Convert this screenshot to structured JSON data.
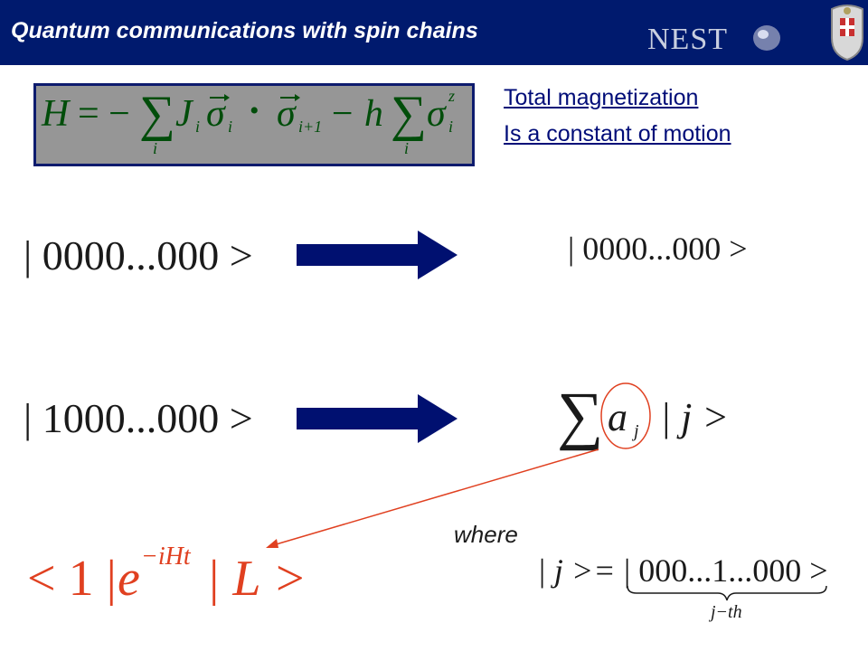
{
  "slide": {
    "title": "Quantum communications with spin chains",
    "logo_text": "NEST"
  },
  "hamiltonian": {
    "H": "H",
    "eq_minus": "= −",
    "sum": "∑",
    "J": "J",
    "sub_i": "i",
    "sub_i1": "i+1",
    "sigma": "σ",
    "dot": "•",
    "minus_h": "− h",
    "sup_z": "z"
  },
  "note": {
    "line1": "Total magnetization",
    "line2": "Is a constant of motion"
  },
  "row1": {
    "initial": "| 0000...000 >",
    "final": "| 0000...000 >"
  },
  "row2": {
    "initial": "| 1000...000 >",
    "sum": "∑",
    "a": "a",
    "sub_j": "j",
    "ket": "| j >"
  },
  "where_label": "where",
  "amplitude": {
    "bra": "< 1 |",
    "e": "e",
    "exponent": "−iHt",
    "ket": "| L >"
  },
  "definition": {
    "lhs": "| j >=",
    "rhs": "| 000...1...000 >",
    "underbrace": "j−th"
  },
  "colors": {
    "header": "#001A6E",
    "arrow": "#001070",
    "hamiltonian_box": "#969696",
    "hamiltonian_text": "#004D0A",
    "highlight": "#E04020",
    "note_text": "#000C78"
  }
}
